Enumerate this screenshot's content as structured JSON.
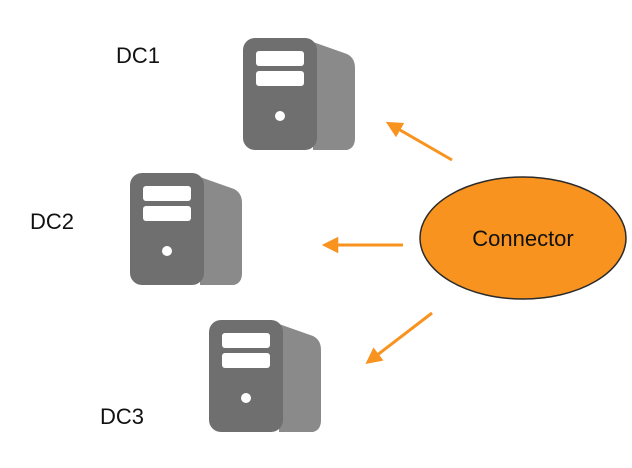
{
  "servers": [
    {
      "label": "DC1"
    },
    {
      "label": "DC2"
    },
    {
      "label": "DC3"
    }
  ],
  "connector": {
    "label": "Connector"
  },
  "colors": {
    "server_body": "#6f6f6f",
    "server_side": "#8a8a8a",
    "server_panel": "#ffffff",
    "connector_fill": "#f7931e",
    "connector_stroke": "#2b2b2b",
    "arrow": "#f7931e"
  },
  "icons": {
    "server": "server-tower-icon",
    "arrow": "arrow-left-icon"
  }
}
